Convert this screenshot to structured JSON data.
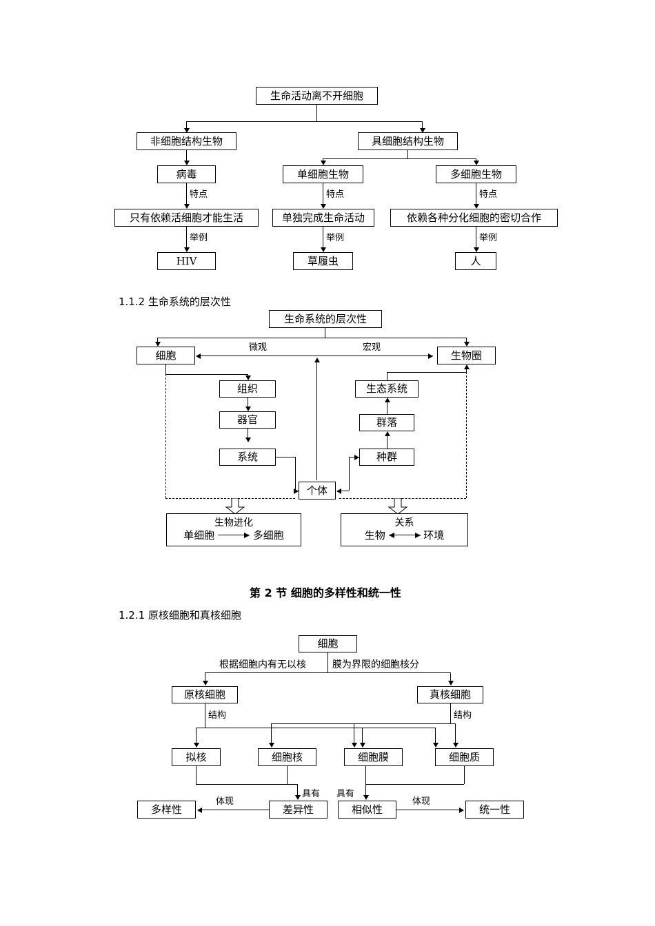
{
  "document": {
    "headings": [
      {
        "id": "h_112",
        "text": "1.1.2  生命系统的层次性"
      },
      {
        "id": "h_section2",
        "text": "第 2 节    细胞的多样性和统一性"
      },
      {
        "id": "h_121",
        "text": "1.2.1  原核细胞和真核细胞"
      }
    ]
  },
  "diagram1": {
    "title": "生命活动离不开细胞",
    "nodes": {
      "root": "生命活动离不开细胞",
      "noncell": "非细胞结构生物",
      "hascell": "具细胞结构生物",
      "virus": "病毒",
      "unicell": "单细胞生物",
      "multicell": "多细胞生物",
      "virus_trait": "只有依赖活细胞才能生活",
      "unicell_trait": "单独完成生命活动",
      "multicell_trait": "依赖各种分化细胞的密切合作",
      "virus_example": "HIV",
      "unicell_example": "草履虫",
      "multicell_example": "人"
    },
    "edge_labels": {
      "trait_1": "特点",
      "trait_2": "特点",
      "trait_3": "特点",
      "example_1": "举例",
      "example_2": "举例",
      "example_3": "举例"
    }
  },
  "diagram2": {
    "title": "生命系统的层次性",
    "nodes": {
      "root": "生命系统的层次性",
      "cell": "细胞",
      "biosphere": "生物圈",
      "tissue": "组织",
      "organ": "器官",
      "system": "系统",
      "ecosystem": "生态系统",
      "community": "群落",
      "population": "种群",
      "individual": "个体"
    },
    "edge_labels": {
      "micro": "微观",
      "macro": "宏观"
    },
    "results": {
      "evolution": {
        "title": "生物进化",
        "from": "单细胞",
        "to": "多细胞"
      },
      "relation": {
        "title": "关系",
        "left": "生物",
        "right": "环境"
      }
    }
  },
  "diagram3": {
    "nodes": {
      "cell": "细胞",
      "prokaryote": "原核细胞",
      "eukaryote": "真核细胞",
      "nucleoid": "拟核",
      "nucleus": "细胞核",
      "membrane": "细胞膜",
      "cytoplasm": "细胞质",
      "diversity": "多样性",
      "difference": "差异性",
      "similarity": "相似性",
      "unity": "统一性"
    },
    "edge_labels": {
      "criterion_left": "根据细胞内有无以核",
      "criterion_right": "膜为界限的细胞核分",
      "structure_left": "结构",
      "structure_right": "结构",
      "has_left": "具有",
      "has_right": "具有",
      "reflect_left": "体现",
      "reflect_right": "体现"
    }
  },
  "colors": {
    "ink": "#000000",
    "paper": "#ffffff"
  }
}
